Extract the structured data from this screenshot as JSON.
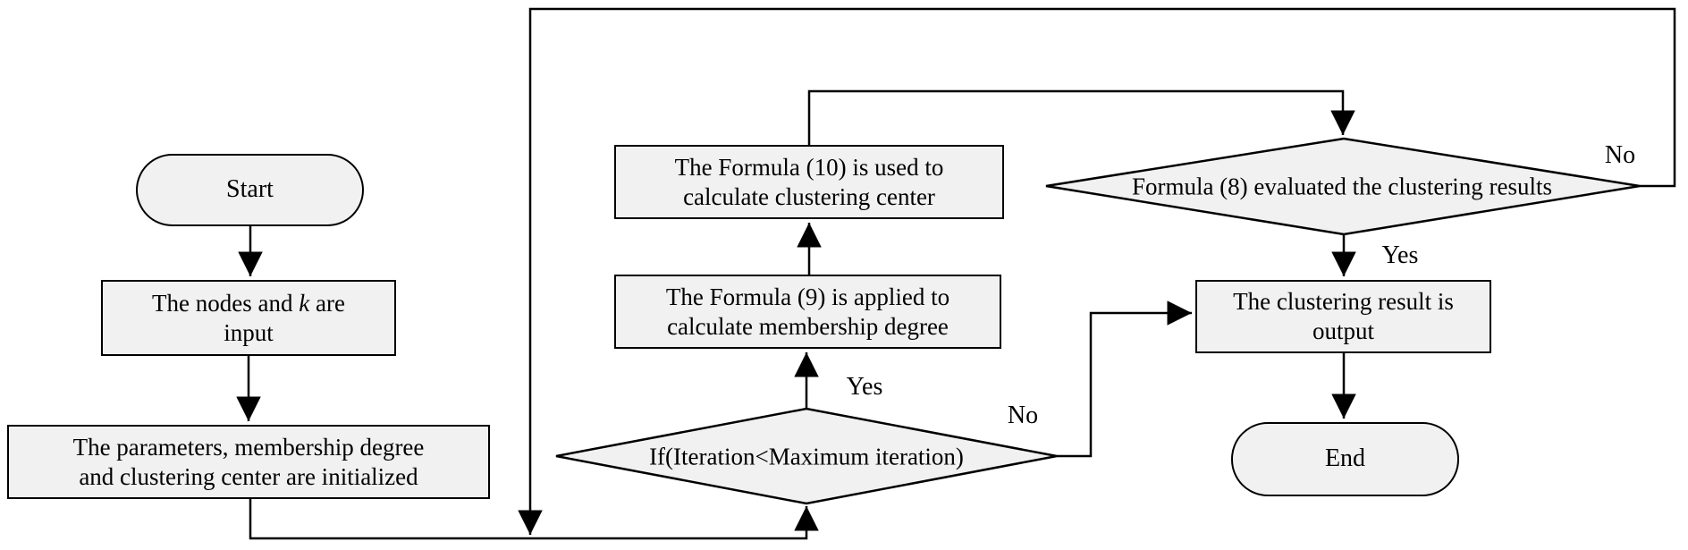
{
  "diagram": {
    "type": "flowchart",
    "colors": {
      "background": "#ffffff",
      "node_fill": "#f1f1f2",
      "node_border": "#000000",
      "connector": "#000000",
      "text": "#000000"
    }
  },
  "nodes": {
    "start": {
      "shape": "stadium",
      "label": "Start"
    },
    "input": {
      "shape": "rect",
      "line1_before": "The nodes and ",
      "line1_italic": "k",
      "line1_after": " are",
      "line2": "input"
    },
    "init": {
      "shape": "rect",
      "lines": [
        "The parameters, membership degree",
        "and clustering center are  initialized"
      ]
    },
    "iteration_check": {
      "shape": "diamond",
      "label": "If(Iteration<Maximum iteration)"
    },
    "formula9": {
      "shape": "rect",
      "lines": [
        "The Formula (9) is applied to",
        "calculate membership degree"
      ]
    },
    "formula10": {
      "shape": "rect",
      "lines": [
        "The Formula (10) is used to",
        "calculate clustering center"
      ]
    },
    "evaluate": {
      "shape": "diamond",
      "label": "Formula (8) evaluated the clustering results"
    },
    "output": {
      "shape": "rect",
      "lines": [
        "The clustering result is",
        "output"
      ]
    },
    "end": {
      "shape": "stadium",
      "label": "End"
    }
  },
  "branch_labels": {
    "iteration_yes": "Yes",
    "iteration_no": "No",
    "evaluate_yes": "Yes",
    "evaluate_no": "No"
  }
}
